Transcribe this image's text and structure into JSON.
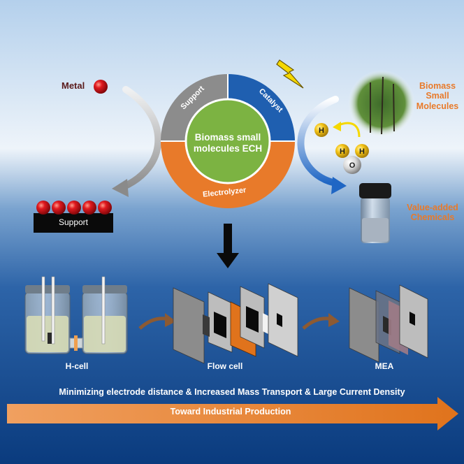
{
  "labels": {
    "metal": "Metal",
    "support": "Support",
    "center": "Biomass small molecules ECH",
    "ring_support": "Support",
    "ring_catalyst": "Catalyst",
    "ring_electrolyzer": "Electrolyzer",
    "biomass": "Biomass Small Molecules",
    "value_added": "Value-added Chemicals",
    "atom_h": "H",
    "atom_o": "O"
  },
  "cells": {
    "hcell": "H-cell",
    "flow": "Flow cell",
    "mea": "MEA"
  },
  "summary": "Minimizing electrode distance & Increased Mass Transport & Large Current Density",
  "toward": "Toward Industrial Production",
  "colors": {
    "accent_orange": "#e87a2a",
    "catalyst_blue": "#1f5fb0",
    "support_gray": "#8c8c8c",
    "center_green": "#7cb342",
    "metal_red": "#d4141c",
    "atom_h_yellow": "#f5c518",
    "bg_top": "#a9c7e6",
    "bg_bottom": "#0b3f86"
  }
}
